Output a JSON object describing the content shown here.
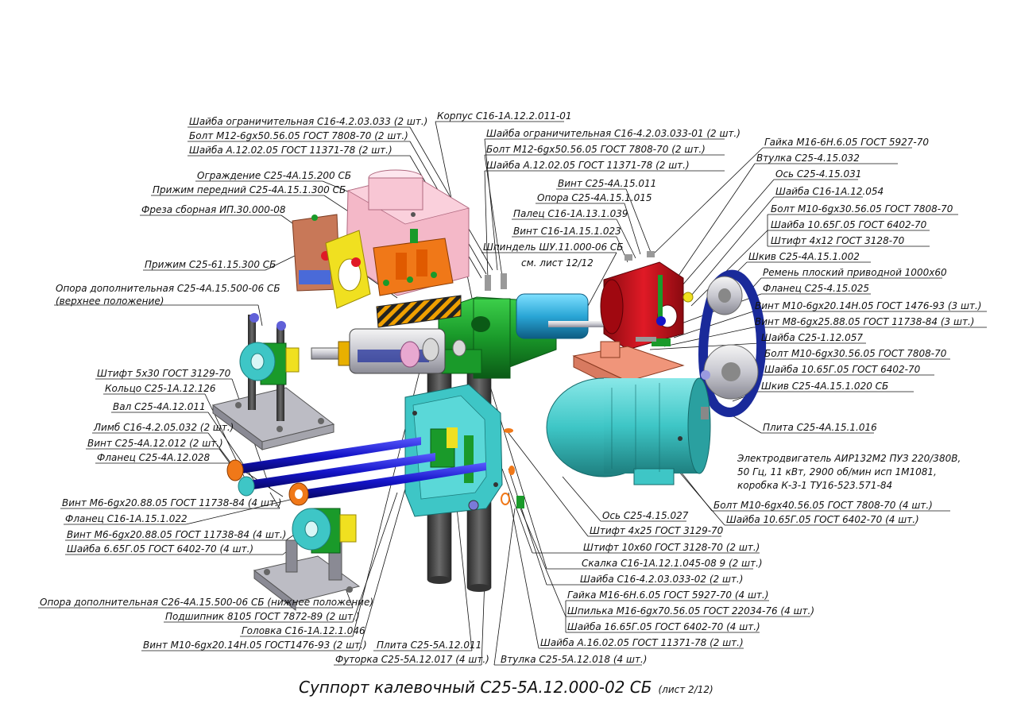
{
  "title": {
    "main": "Суппорт калевочный С25-5А.12.000-02 СБ",
    "sheet": "(лист 2/12)"
  },
  "labels": {
    "l_shaiba_ogr": "Шайба ограничительная С16-4.2.03.033 (2 шт.)",
    "l_bolt_m12_l": "Болт М12-6gх50.56.05 ГОСТ 7808-70 (2 шт.)",
    "l_shaiba_a12_l": "Шайба А.12.02.05 ГОСТ 11371-78 (2 шт.)",
    "l_ograzhdenie": "Ограждение С25-4А.15.200 СБ",
    "l_prizhim_per": "Прижим передний С25-4А.15.1.300 СБ",
    "l_freza": "Фреза сборная ИП.30.000-08",
    "l_prizhim_61": "Прижим С25-61.15.300 СБ",
    "l_opora_dop_1": "Опора дополнительная С25-4А.15.500-06 СБ",
    "l_opora_dop_2": "(верхнее положение)",
    "l_shtift_5x30": "Штифт 5х30 ГОСТ 3129-70",
    "l_kolco": "Кольцо С25-1А.12.126",
    "l_val": "Вал С25-4А.12.011",
    "l_limb": "Лимб С16-4.2.05.032 (2 шт.)",
    "l_vint_4a12": "Винт С25-4А.12.012 (2 шт.)",
    "l_flanec_4a12": "Фланец С25-4А.12.028",
    "l_vint_m6_1": "Винт М6-6gх20.88.05 ГОСТ 11738-84 (4 шт.)",
    "l_flanec_16": "Фланец С16-1А.15.1.022",
    "l_vint_m6_2": "Винт М6-6gх20.88.05 ГОСТ 11738-84 (4 шт.)",
    "l_shaiba_665": "Шайба 6.65Г.05 ГОСТ 6402-70 (4 шт.)",
    "l_opora_26": "Опора дополнительная С26-4А.15.500-06 СБ (нижнее положение)",
    "l_podshipnik": "Подшипник 8105 ГОСТ 7872-89 (2 шт.)",
    "l_golovka": "Головка С16-1А.12.1.046",
    "l_vint_m10_l": "Винт М10-6gх20.14Н.05 ГОСТ1476-93 (2 шт.)",
    "l_plita_5a": "Плита С25-5А.12.011",
    "l_futorka": "Футорка С25-5А.12.017 (4 шт.)",
    "l_vtulka_5a": "Втулка С25-5А.12.018 (4 шт.)",
    "l_korpus": "Корпус С16-1А.12.2.011-01",
    "l_shaiba_ogr_01": "Шайба ограничительная С16-4.2.03.033-01 (2 шт.)",
    "l_bolt_m12_r": "Болт М12-6gх50.56.05 ГОСТ 7808-70 (2 шт.)",
    "l_shaiba_a12_r": "Шайба А.12.02.05 ГОСТ 11371-78 (2 шт.)",
    "l_vint_15011": "Винт С25-4А.15.011",
    "l_opora_15015": "Опора С25-4А.15.1.015",
    "l_palec": "Палец С16-1А.13.1.039",
    "l_vint_16": "Винт С16-1А.15.1.023",
    "l_shpindel": "Шпиндель ШУ.11.000-06 СБ",
    "l_sm_list": "см. лист 12/12",
    "l_gaika_m16": "Гайка М16-6Н.6.05 ГОСТ 5927-70",
    "l_vtulka_15032": "Втулка С25-4.15.032",
    "l_os_15031": "Ось С25-4.15.031",
    "l_shaiba_16_12054": "Шайба С16-1А.12.054",
    "l_bolt_m10_30": "Болт М10-6gх30.56.05 ГОСТ 7808-70",
    "l_shaiba_1065_1": "Шайба 10.65Г.05 ГОСТ 6402-70",
    "l_shtift_4x12": "Штифт 4х12 ГОСТ 3128-70",
    "l_shkiv_1002": "Шкив С25-4А.15.1.002",
    "l_remen": "Ремень плоский приводной 1000х60",
    "l_flanec_15025": "Фланец С25-4.15.025",
    "l_vint_m10_r": "Винт М10-6gх20.14Н.05 ГОСТ 1476-93 (3 шт.)",
    "l_vint_m8": "Винт М8-6gх25.88.05 ГОСТ 11738-84 (3 шт.)",
    "l_shaiba_1_12057": "Шайба С25-1.12.057",
    "l_bolt_m10_30_2": "Болт М10-6gх30.56.05 ГОСТ 7808-70",
    "l_shaiba_1065_2": "Шайба 10.65Г.05 ГОСТ 6402-70",
    "l_shkiv_1020": "Шкив С25-4А.15.1.020 СБ",
    "l_plita_1016": "Плита С25-4А.15.1.016",
    "l_elektro_1": "Электродвигатель АИР132М2 ПУЗ 220/380В,",
    "l_elektro_2": "50 Гц, 11 кВт, 2900 об/мин исп 1М1081,",
    "l_elektro_3": "коробка К-3-1 ТУ16-523.571-84",
    "l_bolt_m10_40": "Болт М10-6gх40.56.05 ГОСТ 7808-70 (4 шт.)",
    "l_shaiba_1065_4": "Шайба 10.65Г.05 ГОСТ 6402-70 (4 шт.)",
    "l_os_15027": "Ось С25-4.15.027",
    "l_shtift_4x25": "Штифт 4х25 ГОСТ 3129-70",
    "l_shtift_10x60": "Штифт 10х60 ГОСТ 3128-70 (2 шт.)",
    "l_skalka": "Скалка С16-1А.12.1.045-08 9 (2 шт.)",
    "l_shaiba_033_02": "Шайба С16-4.2.03.033-02 (2 шт.)",
    "l_gaika_m16_4": "Гайка М16-6Н.6.05 ГОСТ 5927-70 (4 шт.)",
    "l_shpilka": "Шпилька М16-6gх70.56.05 ГОСТ 22034-76 (4 шт.)",
    "l_shaiba_1665": "Шайба 16.65Г.05 ГОСТ 6402-70 (4 шт.)",
    "l_shaiba_a16": "Шайба А.16.02.05 ГОСТ 11371-78 (2 шт.)"
  },
  "colors": {
    "ink": "#111111",
    "housing_green": "#1a9a2a",
    "motor_cyan": "#3ec6c6",
    "pulley_red": "#c8141e",
    "belt_blue": "#1a2a9a",
    "rod_blue": "#1414c8",
    "guard_pink": "#f4b8c8",
    "clamp_orange": "#f07818",
    "plate_salmon": "#f0957a",
    "column_gray": "#4a4a4a",
    "bracket_gray": "#bcbcc4",
    "plate_copper": "#c87858",
    "yellow_plate": "#f0e020"
  }
}
